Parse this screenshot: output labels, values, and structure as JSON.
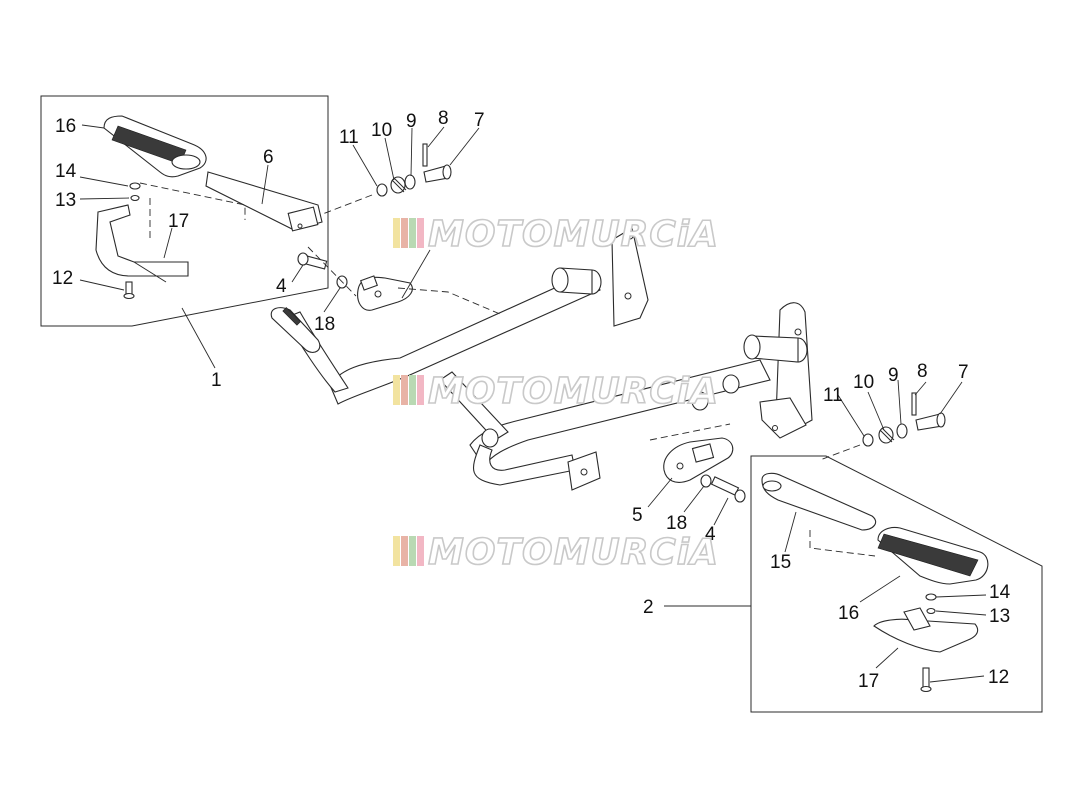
{
  "watermark": {
    "text": "MOTOMURCiA",
    "stripe_colors": [
      "#f2e3a0",
      "#e8b3a6",
      "#b9d9b3",
      "#f2b7c4"
    ]
  },
  "callouts": {
    "c1": "1",
    "c2": "2",
    "c4a": "4",
    "c4b": "4",
    "c5": "5",
    "c6": "6",
    "c7a": "7",
    "c7b": "7",
    "c8a": "8",
    "c8b": "8",
    "c9a": "9",
    "c9b": "9",
    "c10a": "10",
    "c10b": "10",
    "c11a": "11",
    "c11b": "11",
    "c12a": "12",
    "c12b": "12",
    "c13a": "13",
    "c13b": "13",
    "c14a": "14",
    "c14b": "14",
    "c15": "15",
    "c16a": "16",
    "c16b": "16",
    "c17a": "17",
    "c17b": "17",
    "c18a": "18",
    "c18b": "18"
  }
}
